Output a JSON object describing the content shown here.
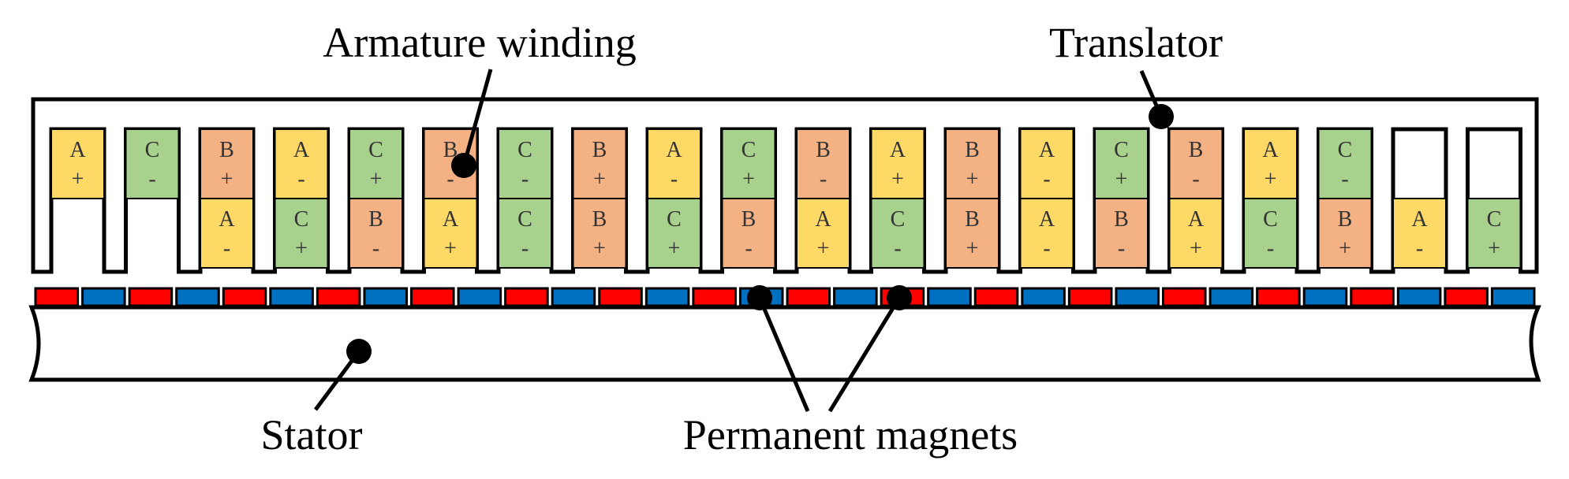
{
  "labels": {
    "armature_winding": "Armature winding",
    "translator": "Translator",
    "stator": "Stator",
    "permanent_magnets": "Permanent magnets"
  },
  "colors": {
    "A": "#FFD966",
    "B": "#F4B183",
    "C": "#A9D18E",
    "magnet_n": "#FF0000",
    "magnet_s": "#0070C0",
    "outline": "#000000"
  },
  "slots": {
    "top": [
      {
        "phase": "A",
        "sign": "+"
      },
      {
        "phase": "C",
        "sign": "-"
      },
      {
        "phase": "B",
        "sign": "+"
      },
      {
        "phase": "A",
        "sign": "-"
      },
      {
        "phase": "C",
        "sign": "+"
      },
      {
        "phase": "B",
        "sign": "-"
      },
      {
        "phase": "C",
        "sign": "-"
      },
      {
        "phase": "B",
        "sign": "+"
      },
      {
        "phase": "A",
        "sign": "-"
      },
      {
        "phase": "C",
        "sign": "+"
      },
      {
        "phase": "B",
        "sign": "-"
      },
      {
        "phase": "A",
        "sign": "+"
      },
      {
        "phase": "B",
        "sign": "+"
      },
      {
        "phase": "A",
        "sign": "-"
      },
      {
        "phase": "C",
        "sign": "+"
      },
      {
        "phase": "B",
        "sign": "-"
      },
      {
        "phase": "A",
        "sign": "+"
      },
      {
        "phase": "C",
        "sign": "-"
      },
      {
        "phase": "",
        "sign": ""
      },
      {
        "phase": "",
        "sign": ""
      }
    ],
    "bottom": [
      {
        "phase": "",
        "sign": ""
      },
      {
        "phase": "",
        "sign": ""
      },
      {
        "phase": "A",
        "sign": "-"
      },
      {
        "phase": "C",
        "sign": "+"
      },
      {
        "phase": "B",
        "sign": "-"
      },
      {
        "phase": "A",
        "sign": "+"
      },
      {
        "phase": "C",
        "sign": "-"
      },
      {
        "phase": "B",
        "sign": "+"
      },
      {
        "phase": "C",
        "sign": "+"
      },
      {
        "phase": "B",
        "sign": "-"
      },
      {
        "phase": "A",
        "sign": "+"
      },
      {
        "phase": "C",
        "sign": "-"
      },
      {
        "phase": "B",
        "sign": "+"
      },
      {
        "phase": "A",
        "sign": "-"
      },
      {
        "phase": "B",
        "sign": "-"
      },
      {
        "phase": "A",
        "sign": "+"
      },
      {
        "phase": "C",
        "sign": "-"
      },
      {
        "phase": "B",
        "sign": "+"
      },
      {
        "phase": "A",
        "sign": "-"
      },
      {
        "phase": "C",
        "sign": "+"
      }
    ]
  },
  "magnets": [
    "N",
    "S",
    "N",
    "S",
    "N",
    "S",
    "N",
    "S",
    "N",
    "S",
    "N",
    "S",
    "N",
    "S",
    "N",
    "S",
    "N",
    "S",
    "N",
    "S",
    "N",
    "S",
    "N",
    "S",
    "N",
    "S",
    "N",
    "S",
    "N",
    "S",
    "N",
    "S"
  ]
}
